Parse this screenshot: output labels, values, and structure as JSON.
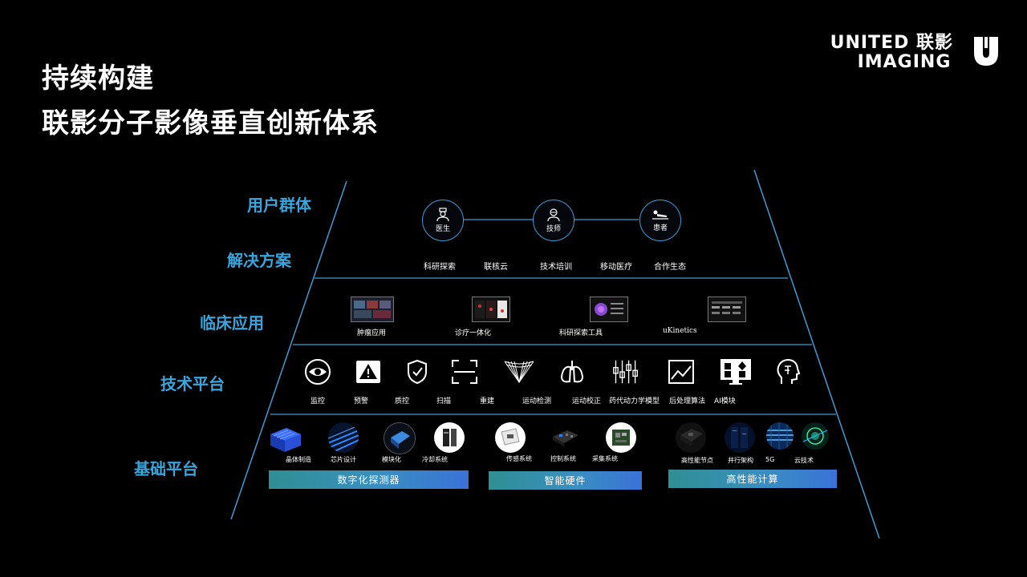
{
  "title": {
    "line1": "持续构建",
    "line2": "联影分子影像垂直创新体系"
  },
  "brand": {
    "line1": "UNITED 联影",
    "line2": "IMAGING",
    "logo_icon": "united-imaging-u-icon"
  },
  "colors": {
    "background": "#000000",
    "accent_blue": "#3aa4dd",
    "line": "#3f9bd3",
    "bar_gradient_start": "#2f8f93",
    "bar_gradient_end": "#3b72d8"
  },
  "layers": {
    "users": "用户群体",
    "solutions": "解决方案",
    "clinical": "临床应用",
    "tech": "技术平台",
    "base": "基础平台"
  },
  "users": [
    {
      "label": "医生",
      "icon": "doctor-icon"
    },
    {
      "label": "技师",
      "icon": "technician-icon"
    },
    {
      "label": "患者",
      "icon": "patient-icon"
    }
  ],
  "solutions": [
    "科研探索",
    "联核云",
    "技术培训",
    "移动医疗",
    "合作生态"
  ],
  "clinical": [
    {
      "label": "肿瘤应用",
      "icon": "tumor-app-thumbnail"
    },
    {
      "label": "诊疗一体化",
      "icon": "theranostics-thumbnail"
    },
    {
      "label": "科研探索工具",
      "icon": "research-tools-thumbnail"
    },
    {
      "label": "uKinetics",
      "icon": "ukinetics-thumbnail"
    }
  ],
  "tech": [
    {
      "label": "监控",
      "icon": "eye-icon"
    },
    {
      "label": "预警",
      "icon": "warning-icon"
    },
    {
      "label": "质控",
      "icon": "shield-check-icon"
    },
    {
      "label": "扫描",
      "icon": "scan-frame-icon"
    },
    {
      "label": "重建",
      "icon": "reconstruction-icon"
    },
    {
      "label": "运动检测",
      "icon": "lungs-icon"
    },
    {
      "label": "运动校正",
      "icon": "sliders-icon"
    },
    {
      "label": "药代动力学模型",
      "icon": "candlestick-icon"
    },
    {
      "label": "后处理算法",
      "icon": "image-chart-icon"
    },
    {
      "label": "AI模块",
      "icon": "ai-monitor-icon"
    },
    {
      "label": "",
      "icon": "ai-head-icon"
    }
  ],
  "base": {
    "detector": {
      "items": [
        {
          "label": "晶体制造",
          "icon": "crystal-icon"
        },
        {
          "label": "芯片设计",
          "icon": "chip-design-icon"
        },
        {
          "label": "模块化",
          "icon": "module-icon"
        },
        {
          "label": "冷却系统",
          "icon": "cooling-system-icon"
        }
      ],
      "bar": "数字化探测器"
    },
    "hardware": {
      "items": [
        {
          "label": "传感系统",
          "icon": "sensor-icon"
        },
        {
          "label": "控制系统",
          "icon": "control-board-icon"
        },
        {
          "label": "采集系统",
          "icon": "acquisition-board-icon"
        }
      ],
      "bar": "智能硬件"
    },
    "computing": {
      "items": [
        {
          "label": "高性能节点",
          "icon": "hpc-node-icon"
        },
        {
          "label": "并行架构",
          "icon": "server-rack-icon"
        },
        {
          "label": "5G",
          "icon": "network-5g-icon"
        },
        {
          "label": "云技术",
          "icon": "cloud-tech-icon"
        }
      ],
      "bar": "高性能计算"
    }
  }
}
